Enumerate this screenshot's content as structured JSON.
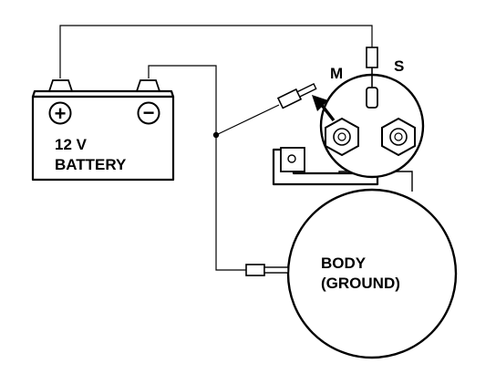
{
  "battery": {
    "voltage_label": "12 V",
    "name_label": "BATTERY",
    "positive_symbol": "+",
    "negative_symbol": "−"
  },
  "solenoid": {
    "terminal_m_label": "M",
    "terminal_s_label": "S"
  },
  "starter_body": {
    "label_line1": "BODY",
    "label_line2": "(GROUND)"
  }
}
